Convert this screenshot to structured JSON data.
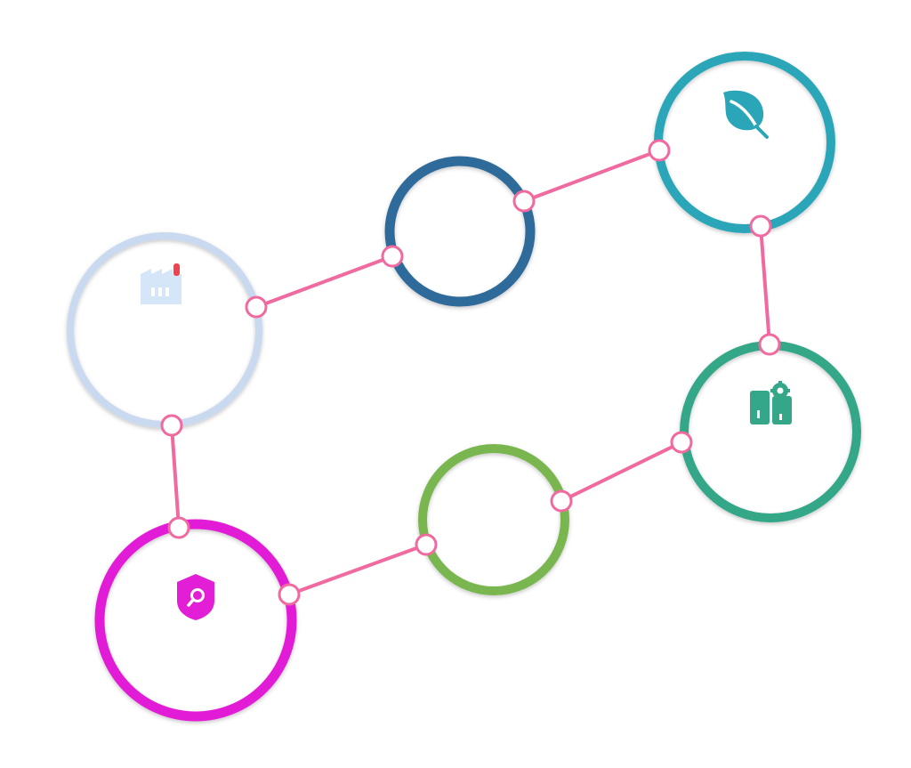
{
  "colors": {
    "connector": "#f06aa0",
    "connector_dot_fill": "#ffffff",
    "node_factory": "#c9d9ef",
    "node_navy": "#2d6a9a",
    "node_leaf": "#2aa6b8",
    "node_panels": "#35a789",
    "node_green": "#7ab64f",
    "node_magenta": "#e21fd6",
    "icon_factory_body": "#d5e6f8",
    "icon_factory_flame": "#f2424f",
    "icon_leaf": "#2aa6b8",
    "icon_panels": "#35a789",
    "icon_shield": "#e21fd6"
  },
  "nodes": [
    {
      "id": "factory",
      "icon": "factory-icon",
      "color_key": "node_factory"
    },
    {
      "id": "navy",
      "icon": "",
      "color_key": "node_navy"
    },
    {
      "id": "leaf",
      "icon": "leaf-icon",
      "color_key": "node_leaf"
    },
    {
      "id": "panels",
      "icon": "solar-panel-gear-icon",
      "color_key": "node_panels"
    },
    {
      "id": "green",
      "icon": "",
      "color_key": "node_green"
    },
    {
      "id": "magenta",
      "icon": "shield-search-icon",
      "color_key": "node_magenta"
    }
  ],
  "connections": [
    {
      "from": "factory",
      "to": "navy"
    },
    {
      "from": "navy",
      "to": "leaf"
    },
    {
      "from": "leaf",
      "to": "panels"
    },
    {
      "from": "panels",
      "to": "green"
    },
    {
      "from": "green",
      "to": "magenta"
    },
    {
      "from": "magenta",
      "to": "factory"
    }
  ]
}
